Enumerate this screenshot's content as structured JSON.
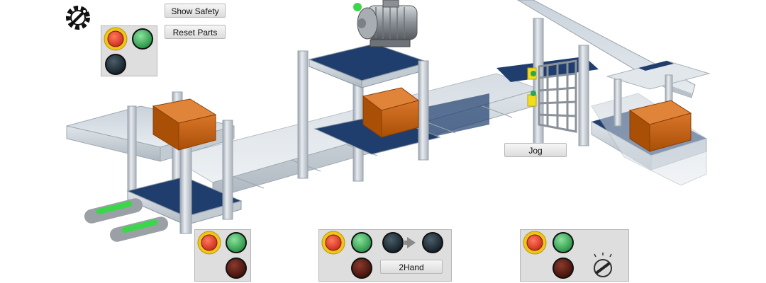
{
  "toolbar": {
    "show_safety_label": "Show Safety",
    "reset_parts_label": "Reset Parts",
    "settings_icon": "gear-wrench-icon"
  },
  "controls": {
    "jog_label": "Jog",
    "two_hand_label": "2Hand"
  },
  "colors": {
    "emergency_stop": "#e8402a",
    "emergency_ring": "#f0c419",
    "start_green": "#2aa84f",
    "dark_button": "#1c2a33",
    "dark_red_button": "#5a1a12",
    "panel_bg": "#dedede",
    "belt_blue": "#1f3e6e",
    "box_orange": "#c8620a",
    "sensor_green": "#3cd64a",
    "light_curtain_yellow": "#f2dd1a"
  }
}
